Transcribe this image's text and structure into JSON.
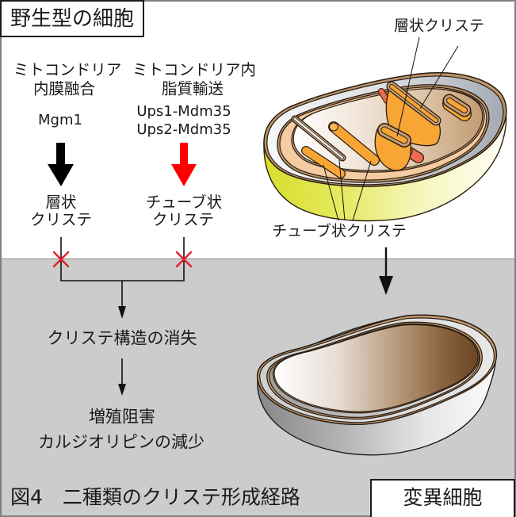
{
  "header": {
    "title": "野生型の細胞"
  },
  "pathways": [
    {
      "process_lines": [
        "ミトコンドリア",
        "内膜融合"
      ],
      "proteins": [
        "Mgm1"
      ],
      "result_lines": [
        "層状",
        "クリステ"
      ]
    },
    {
      "process_lines": [
        "ミトコンドリア内",
        "脂質輸送"
      ],
      "proteins": [
        "Ups1-Mdm35",
        "Ups2-Mdm35"
      ],
      "result_lines": [
        "チューブ状",
        "クリステ"
      ]
    }
  ],
  "consequences": {
    "step1": "クリステ構造の消失",
    "step2_lines": [
      "増殖阻害",
      "カルジオリピンの減少"
    ]
  },
  "illustration": {
    "wildtype": {
      "label_lamellar": "層状クリステ",
      "label_tubular": "チューブ状クリステ"
    },
    "mutant": {
      "label": "変異細胞"
    }
  },
  "caption": "図4　二種類のクリステ形成経路",
  "colors": {
    "fusion_arrow": "#000000",
    "lipid_transport_arrow": "#ff0000",
    "block_mark": "#e5202b",
    "flow_line": "#111111",
    "lower_panel_background": "#cccccc",
    "cristae_orange": "#f7a535",
    "cristae_red": "#ef6a4e",
    "wildtype_shell": "#d6df2c",
    "mutant_matrix": "#6b4421"
  }
}
